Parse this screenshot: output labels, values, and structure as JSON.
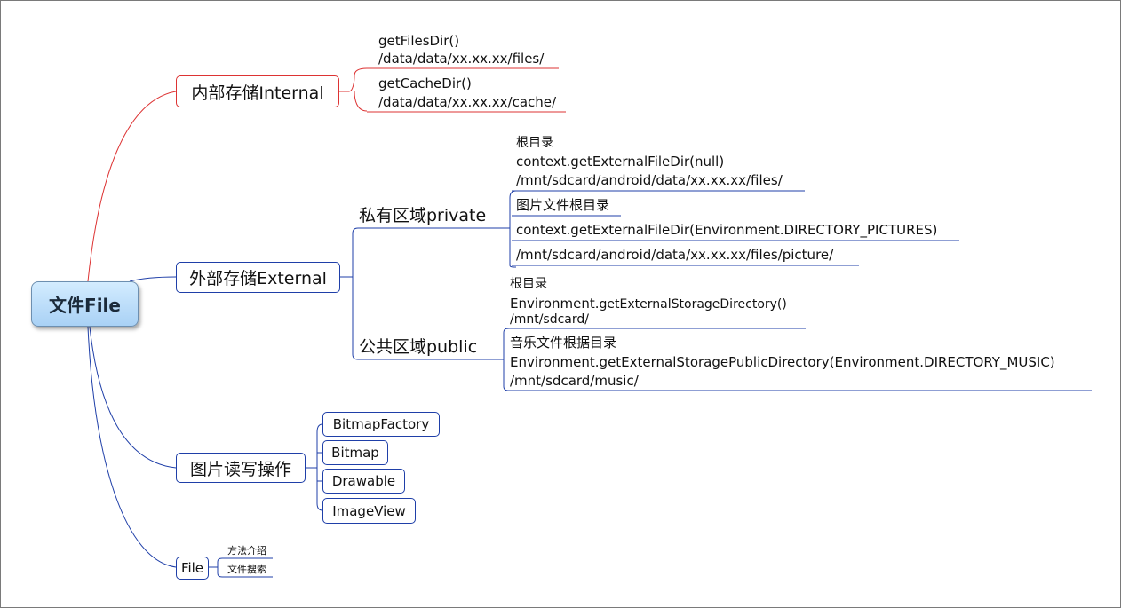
{
  "root": {
    "label": "文件File"
  },
  "internal": {
    "label": "内部存储Internal",
    "items": [
      {
        "method": "getFilesDir()",
        "path": "/data/data/xx.xx.xx/files/"
      },
      {
        "method": "getCacheDir()",
        "path": "/data/data/xx.xx.xx/cache/"
      }
    ]
  },
  "external": {
    "label": "外部存储External",
    "private": {
      "label": "私有区域private",
      "root_title": "根目录",
      "root_method": "context.getExternalFileDir(null)",
      "root_path": "/mnt/sdcard/android/data/xx.xx.xx/files/",
      "pic_title": "图片文件根目录",
      "pic_method": "context.getExternalFileDir(Environment.DIRECTORY_PICTURES)",
      "pic_path": "/mnt/sdcard/android/data/xx.xx.xx/files/picture/"
    },
    "public": {
      "label": "公共区域public",
      "root_title": "根目录",
      "root_method_prefix": "Environment.",
      "root_method_rest": "getExternalStorageDirectory()",
      "root_path": "/mnt/sdcard/",
      "music_title": "音乐文件根据目录",
      "music_method": "Environment.getExternalStoragePublicDirectory(Environment.DIRECTORY_MUSIC)",
      "music_path": "/mnt/sdcard/music/"
    }
  },
  "image_ops": {
    "label": "图片读写操作",
    "items": [
      "BitmapFactory",
      "Bitmap",
      "Drawable",
      "ImageView"
    ]
  },
  "file": {
    "label": "File",
    "items": [
      "方法介绍",
      "文件搜索"
    ]
  },
  "colors": {
    "internal_branch": "#d32f2f",
    "other_branches": "#1f3fa8",
    "root_fill": "#a9d1f5"
  }
}
